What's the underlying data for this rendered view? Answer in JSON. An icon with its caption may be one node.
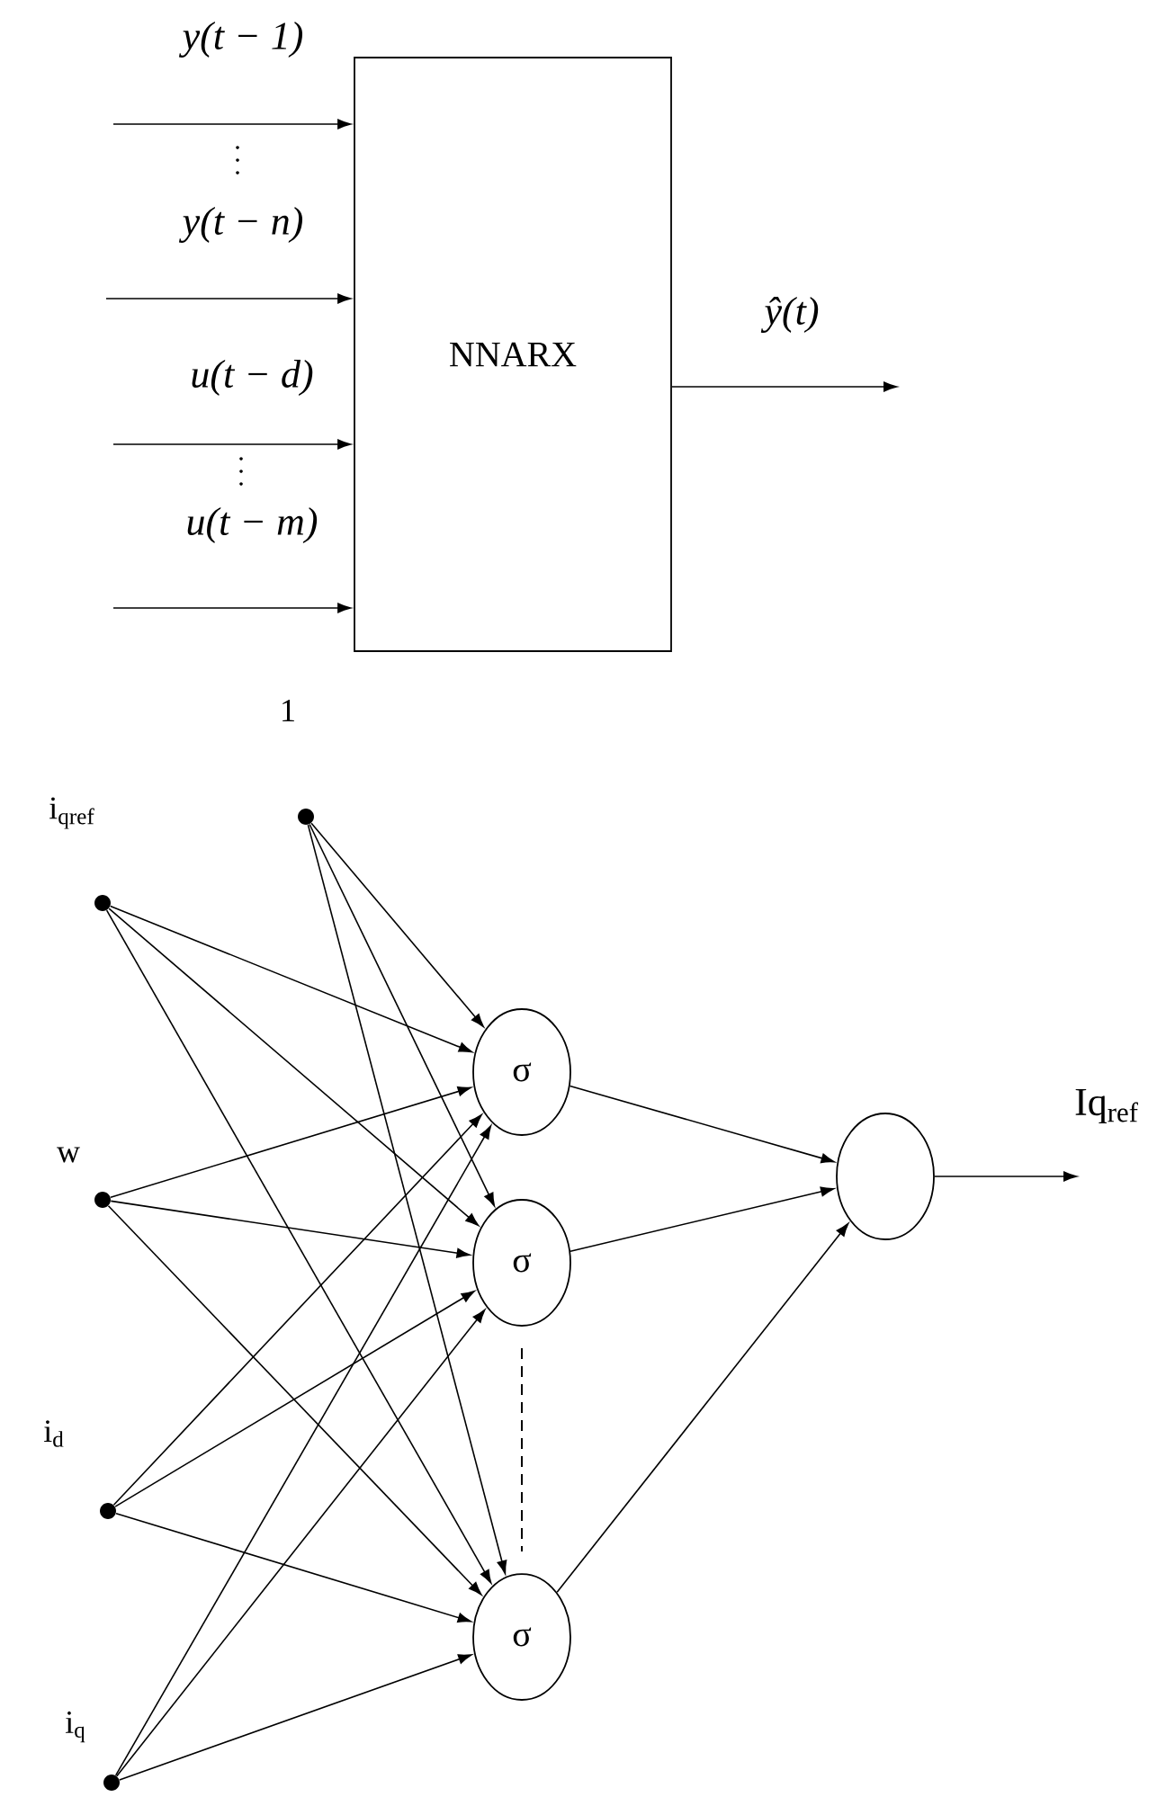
{
  "diagram": {
    "nodes": [
      {
        "text": [
          "NNARX"
        ]
      },
      {
        "text": [],
        "shape": "circle",
        "beside": [
          "1"
        ]
      },
      {
        "text": [],
        "shape": "circle",
        "beside": [
          "i$_{qref}$"
        ]
      },
      {
        "text": [],
        "shape": "circle",
        "beside": [
          "w"
        ]
      },
      {
        "text": [],
        "shape": "circle",
        "beside": [
          "i$_{d}$"
        ]
      },
      {
        "text": [],
        "shape": "circle",
        "beside": [
          "i$_{q}$"
        ]
      },
      {
        "text": [
          "σ"
        ]
      },
      {
        "text": [
          "σ"
        ]
      },
      {
        "text": [
          "σ"
        ]
      },
      {
        "text": [],
        "shape": "circle"
      }
    ],
    "edges": [
      {
        "from": null,
        "to": 0,
        "arrow": "to",
        "label": "y(t − 1)"
      },
      {
        "from": null,
        "to": 0,
        "arrow": "to",
        "label": "y(t − n)"
      },
      {
        "from": null,
        "to": 0,
        "arrow": "to",
        "label": "u(t − d)"
      },
      {
        "from": null,
        "to": 0,
        "arrow": "to",
        "label": "u(t − m)"
      },
      {
        "from": 0,
        "to": null,
        "arrow": "to",
        "label": "ŷ(t)"
      },
      {
        "from": 1,
        "to": 6,
        "arrow": "to"
      },
      {
        "from": 1,
        "to": 7,
        "arrow": "to"
      },
      {
        "from": 1,
        "to": 8,
        "arrow": "to"
      },
      {
        "from": 2,
        "to": 6,
        "arrow": "to"
      },
      {
        "from": 2,
        "to": 7,
        "arrow": "to"
      },
      {
        "from": 2,
        "to": 8,
        "arrow": "to"
      },
      {
        "from": 3,
        "to": 6,
        "arrow": "to"
      },
      {
        "from": 3,
        "to": 7,
        "arrow": "to"
      },
      {
        "from": 3,
        "to": 8,
        "arrow": "to"
      },
      {
        "from": 4,
        "to": 6,
        "arrow": "to"
      },
      {
        "from": 4,
        "to": 7,
        "arrow": "to"
      },
      {
        "from": 4,
        "to": 8,
        "arrow": "to"
      },
      {
        "from": 5,
        "to": 6,
        "arrow": "to"
      },
      {
        "from": 5,
        "to": 7,
        "arrow": "to"
      },
      {
        "from": 5,
        "to": 8,
        "arrow": "to"
      },
      {
        "from": 6,
        "to": 9,
        "arrow": "to"
      },
      {
        "from": 7,
        "to": 9,
        "arrow": "to"
      },
      {
        "from": 8,
        "to": 9,
        "arrow": "to"
      },
      {
        "from": 9,
        "to": null,
        "arrow": "to",
        "label": "Iq$_{ref}$"
      },
      {
        "from": 7,
        "to": 8,
        "arrow": "none",
        "style": "dashed"
      }
    ]
  }
}
